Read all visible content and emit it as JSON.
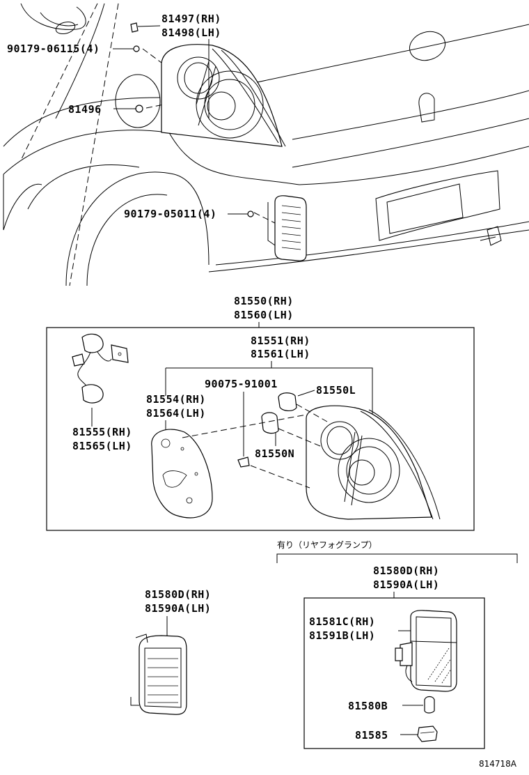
{
  "top_labels": {
    "bulb_socket_rh": "81497(RH)",
    "bulb_socket_lh": "81498(LH)",
    "clip_qty_top": "90179-06115(4)",
    "grommet": "81496",
    "clip_qty_bottom": "90179-05011(4)"
  },
  "assembly": {
    "lamp_rh": "81550(RH)",
    "lamp_lh": "81560(LH)",
    "lens_body_rh": "81551(RH)",
    "lens_body_lh": "81561(LH)",
    "screw": "90075-91001",
    "bulb_l": "81550L",
    "bulb_n": "81550N",
    "gasket_rh": "81554(RH)",
    "gasket_lh": "81564(LH)",
    "wire_rh": "81555(RH)",
    "wire_lh": "81565(LH)"
  },
  "reflector_left": {
    "rh": "81580D(RH)",
    "lh": "81590A(LH)"
  },
  "fog_section": {
    "header": "有り（リヤフォグランプ）",
    "rh": "81580D(RH)",
    "lh": "81590A(LH)",
    "sub_rh": "81581C(RH)",
    "sub_lh": "81591B(LH)",
    "bulb": "81580B",
    "socket": "81585"
  },
  "diagram_code": "814718A"
}
